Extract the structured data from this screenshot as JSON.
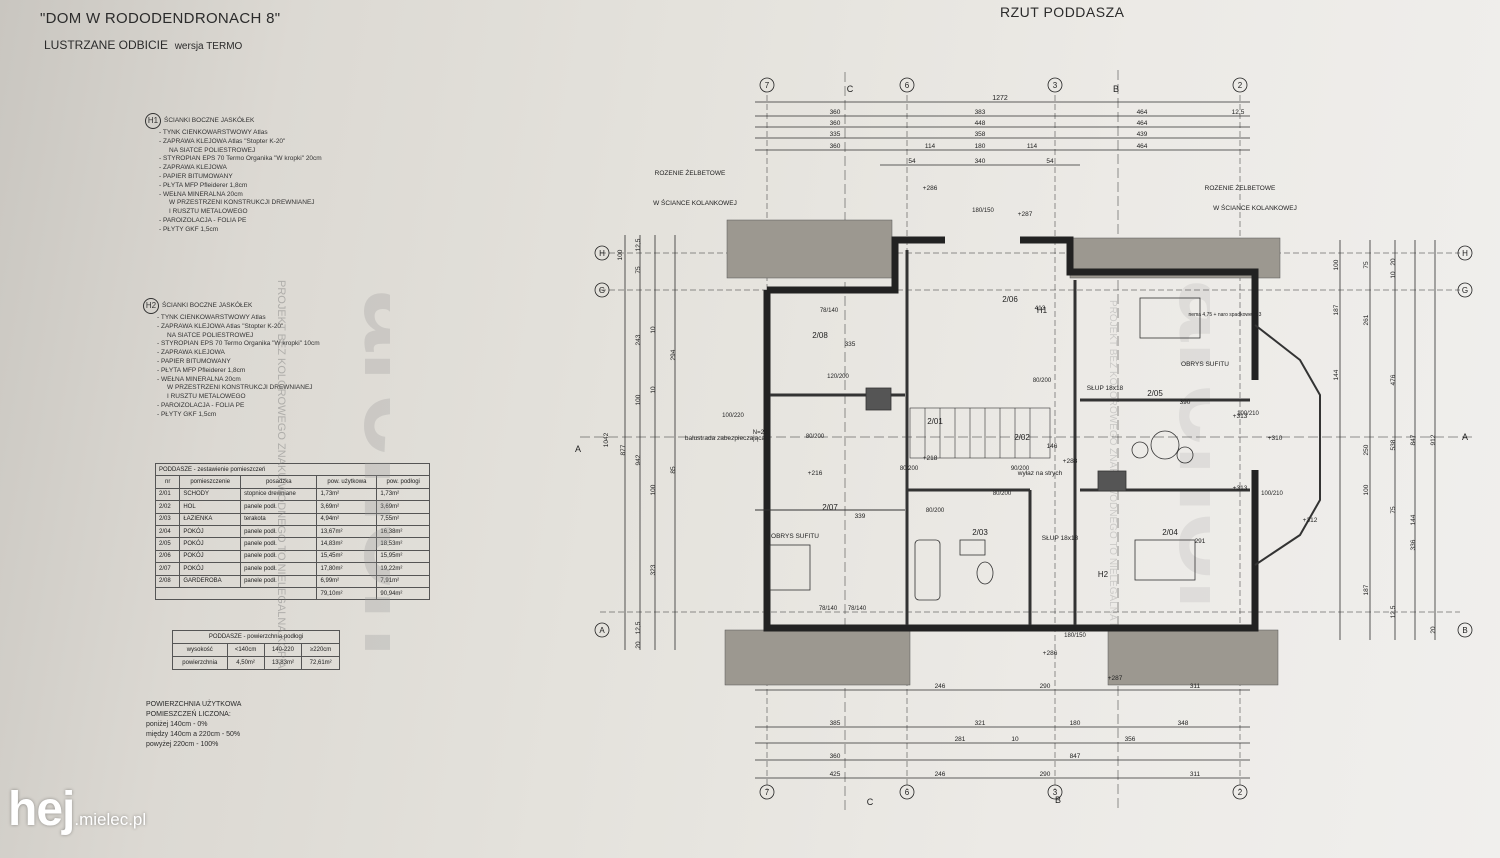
{
  "header": {
    "title": "\"DOM W RODODENDRONACH 8\"",
    "subtitle_a": "LUSTRZANE ODBICIE",
    "subtitle_b": "wersja TERMO",
    "plan_title": "RZUT PODDASZA"
  },
  "spec_h1": {
    "tag": "H1",
    "title": "ŚCIANKI BOCZNE JASKÓŁEK",
    "items": [
      "- TYNK CIENKOWARSTWOWY Atlas",
      "- ZAPRAWA KLEJOWA Atlas \"Stopter K-20\"",
      "NA SIATCE POLIESTROWEJ",
      "- STYROPIAN EPS 70 Termo Organika \"W kropki\" 20cm",
      "- ZAPRAWA KLEJOWA",
      "- PAPIER BITUMOWANY",
      "- PŁYTA MFP Pfleiderer 1,8cm",
      "- WEŁNA MINERALNA 20cm",
      "W PRZESTRZENI KONSTRUKCJI DREWNIANEJ",
      "I RUSZTU METALOWEGO",
      "- PAROIZOLACJA - FOLIA PE",
      "- PŁYTY GKF 1,5cm"
    ]
  },
  "spec_h2": {
    "tag": "H2",
    "title": "ŚCIANKI BOCZNE JASKÓŁEK",
    "items": [
      "- TYNK CIENKOWARSTWOWY Atlas",
      "- ZAPRAWA KLEJOWA Atlas \"Stopter K-20\"",
      "NA SIATCE POLIESTROWEJ",
      "- STYROPIAN EPS 70 Termo Organika \"W kropki\" 10cm",
      "- ZAPRAWA KLEJOWA",
      "- PAPIER BITUMOWANY",
      "- PŁYTA MFP Pfleiderer 1,8cm",
      "- WEŁNA MINERALNA 20cm",
      "W PRZESTRZENI KONSTRUKCJI DREWNIANEJ",
      "I RUSZTU METALOWEGO",
      "- PAROIZOLACJA - FOLIA PE",
      "- PŁYTY GKF 1,5cm"
    ]
  },
  "rooms_table": {
    "caption": "PODDASZE - zestawienie pomieszczeń",
    "headers": [
      "nr",
      "pomieszczenie",
      "posadzka",
      "pow. użytkowa",
      "pow. podłogi"
    ],
    "rows": [
      [
        "2/01",
        "SCHODY",
        "stopnice drewniane",
        "1,73m²",
        "1,73m²"
      ],
      [
        "2/02",
        "HOL",
        "panele podł.",
        "3,69m²",
        "3,69m²"
      ],
      [
        "2/03",
        "ŁAZIENKA",
        "terakota",
        "4,94m²",
        "7,55m²"
      ],
      [
        "2/04",
        "POKÓJ",
        "panele podł.",
        "13,67m²",
        "16,38m²"
      ],
      [
        "2/05",
        "POKÓJ",
        "panele podł.",
        "14,83m²",
        "18,53m²"
      ],
      [
        "2/06",
        "POKÓJ",
        "panele podł.",
        "15,45m²",
        "15,95m²"
      ],
      [
        "2/07",
        "POKÓJ",
        "panele podł.",
        "17,80m²",
        "19,22m²"
      ],
      [
        "2/08",
        "GARDEROBA",
        "panele podł.",
        "6,99m²",
        "7,91m²"
      ]
    ],
    "total_use": "79,10m²",
    "total_floor": "90,94m²"
  },
  "area_table": {
    "caption": "PODDASZE - powierzchnia podłogi",
    "headers": [
      "wysokość",
      "<140cm",
      "140-220",
      "≥220cm"
    ],
    "row": [
      "powierzchnia",
      "4,50m²",
      "13,83m²",
      "72,61m²"
    ]
  },
  "notes": {
    "title": "POWIERZCHNIA UŻYTKOWA",
    "subtitle": "POMIESZCZEŃ LICZONA:",
    "lines": [
      "poniżej 140cm - 0%",
      "między 140cm a 220cm - 50%",
      "powyżej 220cm - 100%"
    ]
  },
  "watermark": {
    "brand": "archon",
    "vertical": "PROJEKT BEZ KOLOROWEGO ZNAKU WODNEGO TO NIELEGALNA KOPIA"
  },
  "logo": {
    "main": "hej",
    "rest": ".mielec.pl"
  },
  "plan": {
    "axes_top": [
      "7",
      "6",
      "3",
      "2"
    ],
    "axes_left": [
      "H",
      "G",
      "A"
    ],
    "axes_right": [
      "H",
      "G",
      "B"
    ],
    "sections": [
      "C",
      "B",
      "A"
    ],
    "dims_top_rows": [
      [
        "1272"
      ],
      [
        "360",
        "383",
        "464",
        "12,5"
      ],
      [
        "360",
        "448",
        "464"
      ],
      [
        "335",
        "358",
        "439"
      ],
      [
        "360",
        "114",
        "180",
        "114",
        "464"
      ],
      [
        "54",
        "340",
        "54"
      ]
    ],
    "dims_bottom_rows": [
      [
        "246",
        "290",
        "311"
      ],
      [
        "385",
        "321",
        "180",
        "348"
      ],
      [
        "281",
        "10",
        "356"
      ],
      [
        "360",
        "847"
      ],
      [
        "425",
        "246",
        "290",
        "311"
      ]
    ],
    "dims_left": [
      "100",
      "12,5",
      "75",
      "10",
      "243",
      "294",
      "10",
      "100",
      "877",
      "942",
      "1042",
      "85",
      "100",
      "323",
      "12,5",
      "20"
    ],
    "dims_right": [
      "100",
      "75",
      "20",
      "10",
      "187",
      "261",
      "144",
      "476",
      "250",
      "538",
      "847",
      "912",
      "100",
      "75",
      "144",
      "336",
      "187",
      "12,5",
      "20"
    ],
    "rooms": [
      {
        "id": "2/08",
        "area_note": "335"
      },
      {
        "id": "2/06",
        "area_note": "413"
      },
      {
        "id": "2/05",
        "area_note": "390"
      },
      {
        "id": "2/01",
        "area_note": ""
      },
      {
        "id": "2/02",
        "area_note": "146"
      },
      {
        "id": "2/07",
        "area_note": "339"
      },
      {
        "id": "2/03",
        "area_note": ""
      },
      {
        "id": "2/04",
        "area_note": "291"
      }
    ],
    "labels": [
      "ROZENIE ŻELBETOWE",
      "W ŚCIANCE KOLANKOWEJ",
      "ROZENIE ŻELBETOWE",
      "W ŚCIANCE KOLANKOWEJ",
      "OBRYS SUFITU",
      "OBRYS SUFITU",
      "balustrada zabezpieczająca",
      "SŁUP 18x18",
      "SŁUP 18x18",
      "wyłaz na strych",
      "+286",
      "+287",
      "+216",
      "+218",
      "+288",
      "+313",
      "+310",
      "+312",
      "+313",
      "+286",
      "+287"
    ],
    "door_tags": [
      "78/140",
      "120/200",
      "100/220",
      "80/200",
      "80/200",
      "80/200",
      "90/200",
      "80/200",
      "100/210",
      "100/210",
      "80/200",
      "78/140",
      "78/140",
      "180/150",
      "180/150"
    ],
    "extra": [
      "H1",
      "H2",
      "N=20",
      "nema 4,75 + naro spadkowe ≠63"
    ]
  }
}
